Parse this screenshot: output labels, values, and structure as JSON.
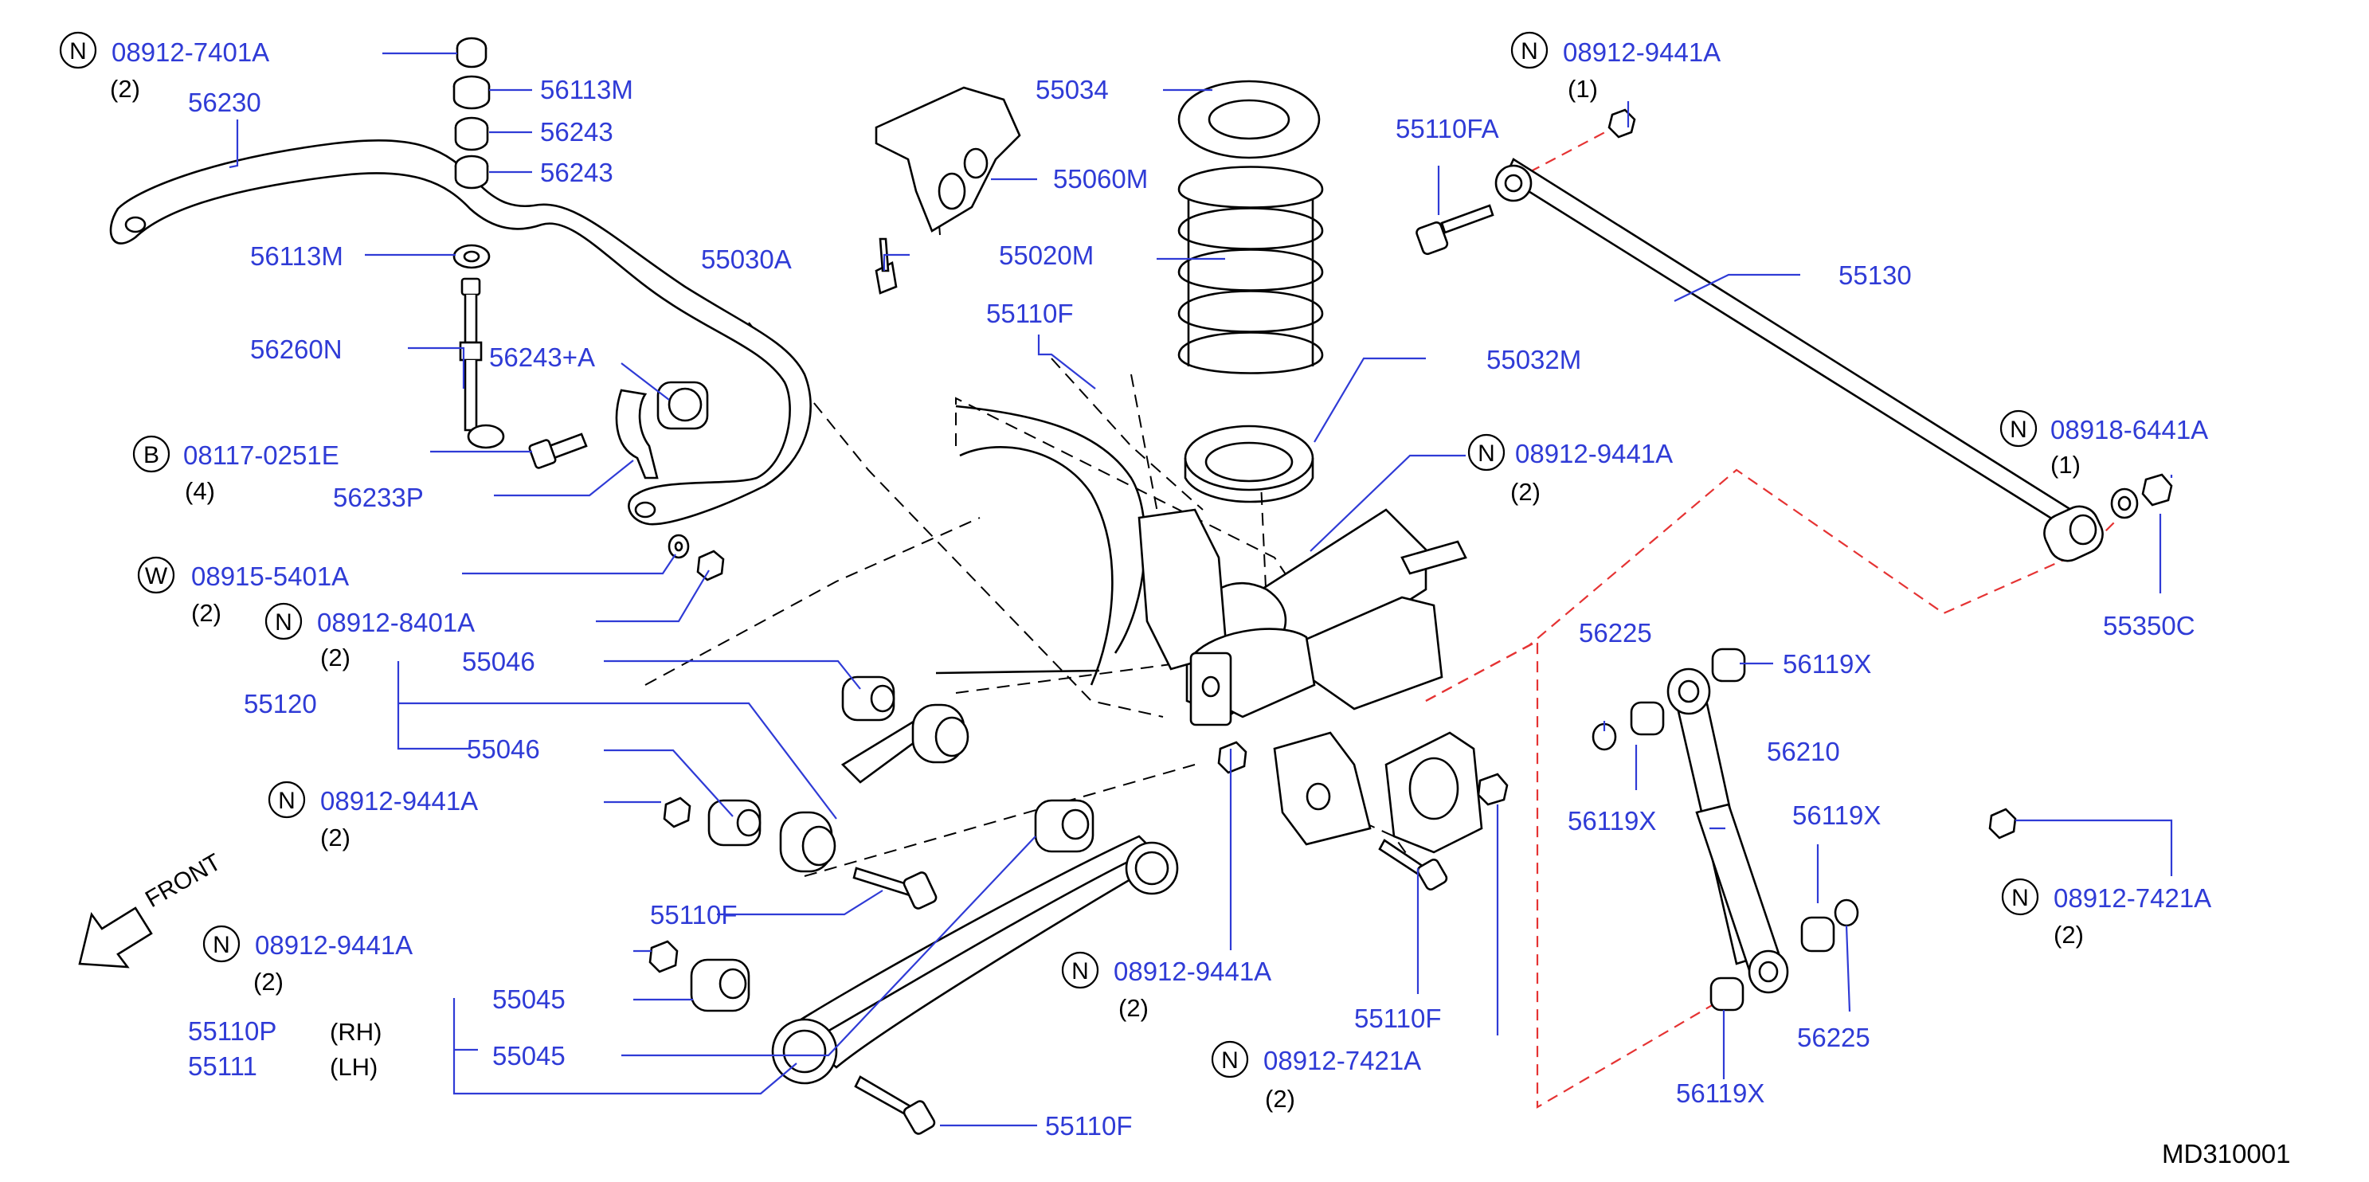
{
  "diagram": {
    "colors": {
      "part_number": "#2f3bd6",
      "leader": "#2f3bd6",
      "red_dash": "#e53333",
      "outline": "#000000"
    },
    "labels": {
      "n_0891274 01a": "",
      "l1": {
        "marker": "N",
        "number": "08912-7401A",
        "qty": "(2)"
      },
      "l2": "56113M",
      "l3": "56243",
      "l4": "56243",
      "l5": "56230",
      "l6": "56113M",
      "l7": "56260N",
      "l8": "56243+A",
      "l9": {
        "marker": "B",
        "number": "08117-0251E",
        "qty": "(4)"
      },
      "l10": "56233P",
      "l11": {
        "marker": "W",
        "number": "08915-5401A",
        "qty": "(2)"
      },
      "l12": {
        "marker": "N",
        "number": "08912-8401A",
        "qty": "(2)"
      },
      "l13": "55046",
      "l14": "55120",
      "l15": "55046",
      "l16": {
        "marker": "N",
        "number": "08912-9441A",
        "qty": "(2)"
      },
      "l17": "FRONT",
      "l18": "55110F",
      "l19": {
        "marker": "N",
        "number": "08912-9441A",
        "qty": "(2)"
      },
      "l20": "55045",
      "l21": "55045",
      "l22": {
        "number": "55110P",
        "side": "(RH)"
      },
      "l23": {
        "number": "55111",
        "side": "(LH)"
      },
      "l24": "55110F",
      "l25": "55034",
      "l26": "55060M",
      "l27": "55030A",
      "l28": "55020M",
      "l29": "55110F",
      "l30": "55032M",
      "l31": {
        "marker": "N",
        "number": "08912-9441A",
        "qty": "(2)"
      },
      "l32": {
        "marker": "N",
        "number": "08912-9441A",
        "qty": "(2)"
      },
      "l33": "55110F",
      "l34": {
        "marker": "N",
        "number": "08912-7421A",
        "qty": "(2)"
      },
      "l35": {
        "marker": "N",
        "number": "08912-9441A",
        "qty": "(1)"
      },
      "l36": "55110FA",
      "l37": "55130",
      "l38": {
        "marker": "N",
        "number": "08918-6441A",
        "qty": "(1)"
      },
      "l39": "55350C",
      "l40": "56225",
      "l41": "56119X",
      "l42": "56119X",
      "l43": "56210",
      "l44": "56119X",
      "l45": "56225",
      "l46": "56119X",
      "l47": {
        "marker": "N",
        "number": "08912-7421A",
        "qty": "(2)"
      }
    },
    "diagram_code": "MD310001"
  }
}
